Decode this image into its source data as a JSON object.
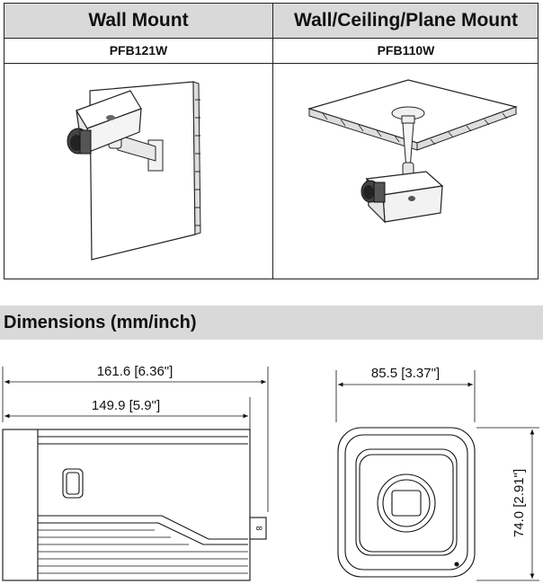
{
  "mount_table": {
    "headers": [
      "Wall Mount",
      "Wall/Ceiling/Plane Mount"
    ],
    "models": [
      "PFB121W",
      "PFB110W"
    ],
    "illustrations": [
      "wall-mount-camera-icon",
      "ceiling-mount-camera-icon"
    ]
  },
  "dimensions": {
    "title": "Dimensions (mm/inch)",
    "side_view": {
      "overall_length": "161.6 [6.36\"]",
      "body_length": "149.9 [5.9\"]"
    },
    "front_view": {
      "width": "85.5 [3.37\"]",
      "height": "74.0 [2.91\"]"
    }
  }
}
